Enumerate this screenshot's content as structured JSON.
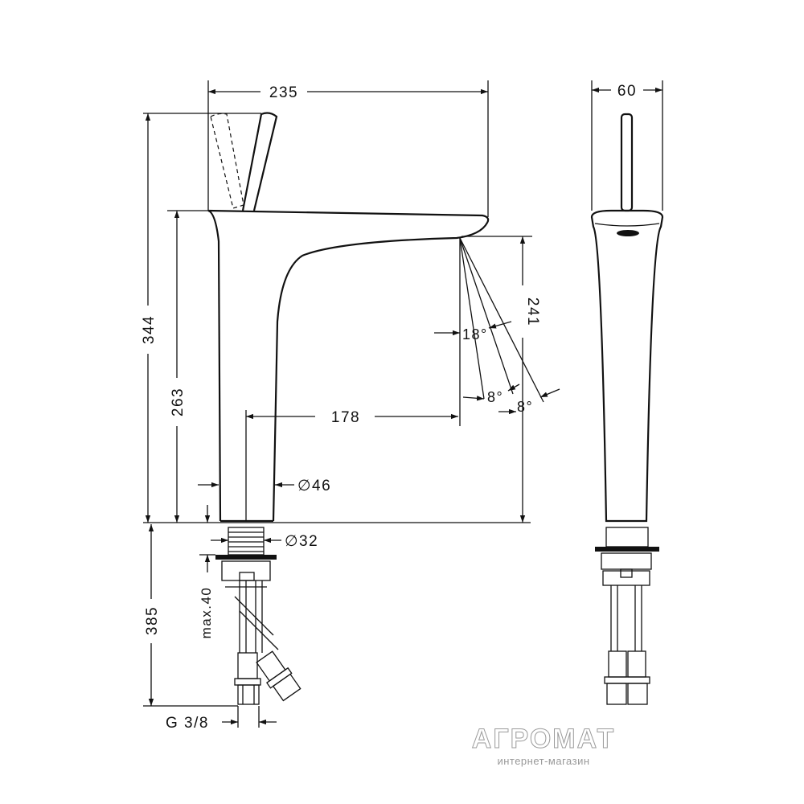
{
  "dimensions": {
    "width_235": "235",
    "width_60": "60",
    "height_344": "344",
    "height_263": "263",
    "height_241": "241",
    "reach_178": "178",
    "diameter_46": "∅46",
    "diameter_32": "∅32",
    "below_385": "385",
    "max_40": "max.40",
    "thread": "G 3/8",
    "angle_18": "18°",
    "angle_8a": "8°",
    "angle_8b": "8°"
  },
  "watermark": {
    "brand": "АГРОМАТ",
    "subtitle": "интернет-магазин"
  }
}
